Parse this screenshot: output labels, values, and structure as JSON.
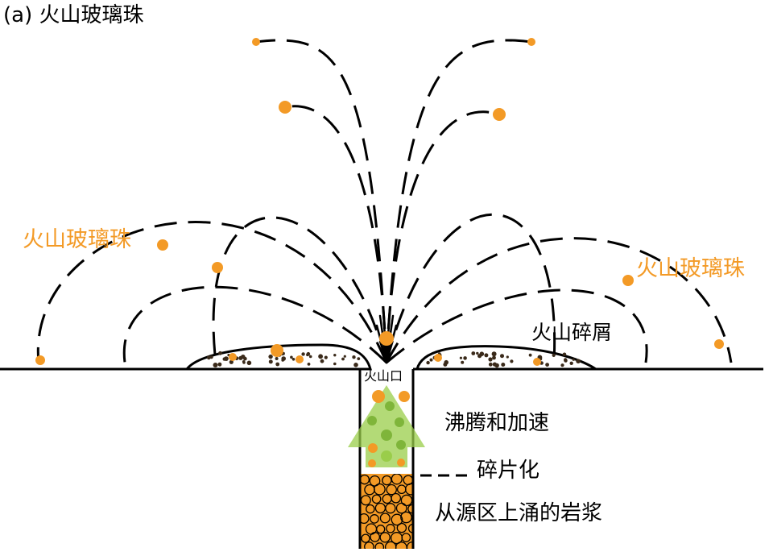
{
  "title": "(a) 火山玻璃珠",
  "labels": {
    "glass_bead_left": "火山玻璃珠",
    "glass_bead_right": "火山玻璃珠",
    "debris": "火山碎屑",
    "vent": "火山口",
    "boiling": "沸腾和加速",
    "fragmentation": "碎片化",
    "magma": "从源区上涌的岩浆"
  },
  "colors": {
    "accent_orange": "#F39A26",
    "magma_fill": "#F39A26",
    "arrow_green": "#9ACD4A",
    "ink": "#000000",
    "debris_dot": "#3a2a1a"
  }
}
